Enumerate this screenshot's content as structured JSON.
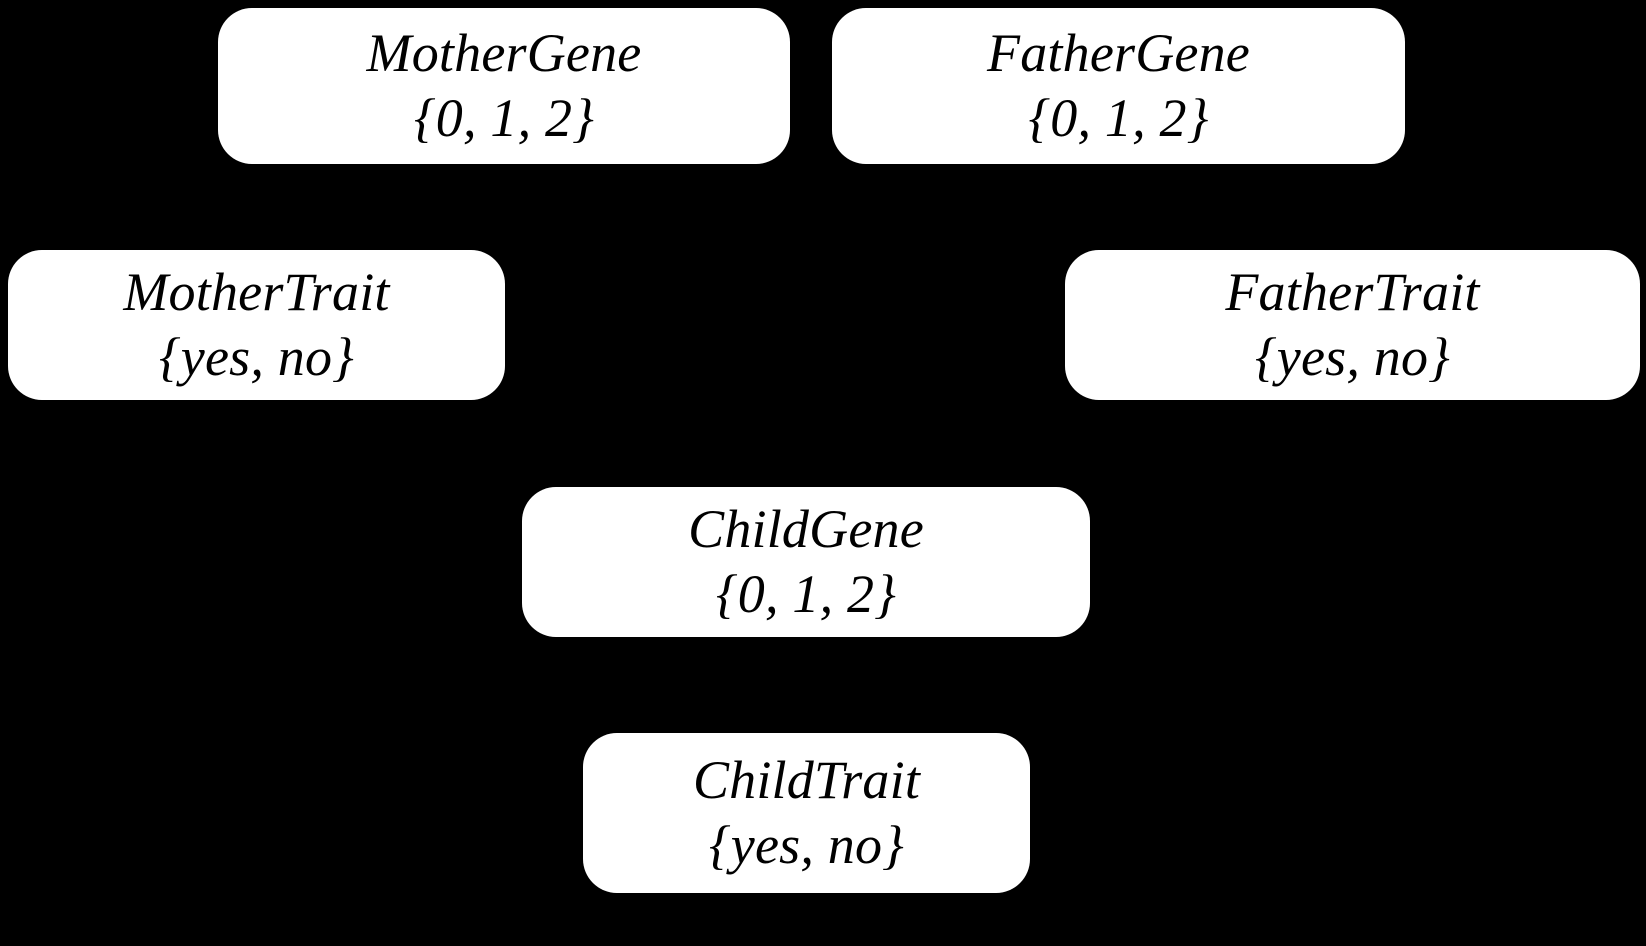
{
  "diagram": {
    "type": "bayesian-network",
    "background_color": "#000000",
    "node_fill_color": "#ffffff",
    "node_text_color": "#000000",
    "nodes": [
      {
        "id": "mother-gene",
        "title": "MotherGene",
        "domain": "{0, 1, 2}"
      },
      {
        "id": "father-gene",
        "title": "FatherGene",
        "domain": "{0, 1, 2}"
      },
      {
        "id": "mother-trait",
        "title": "MotherTrait",
        "domain": "{yes, no}"
      },
      {
        "id": "father-trait",
        "title": "FatherTrait",
        "domain": "{yes, no}"
      },
      {
        "id": "child-gene",
        "title": "ChildGene",
        "domain": "{0, 1, 2}"
      },
      {
        "id": "child-trait",
        "title": "ChildTrait",
        "domain": "{yes, no}"
      }
    ]
  }
}
